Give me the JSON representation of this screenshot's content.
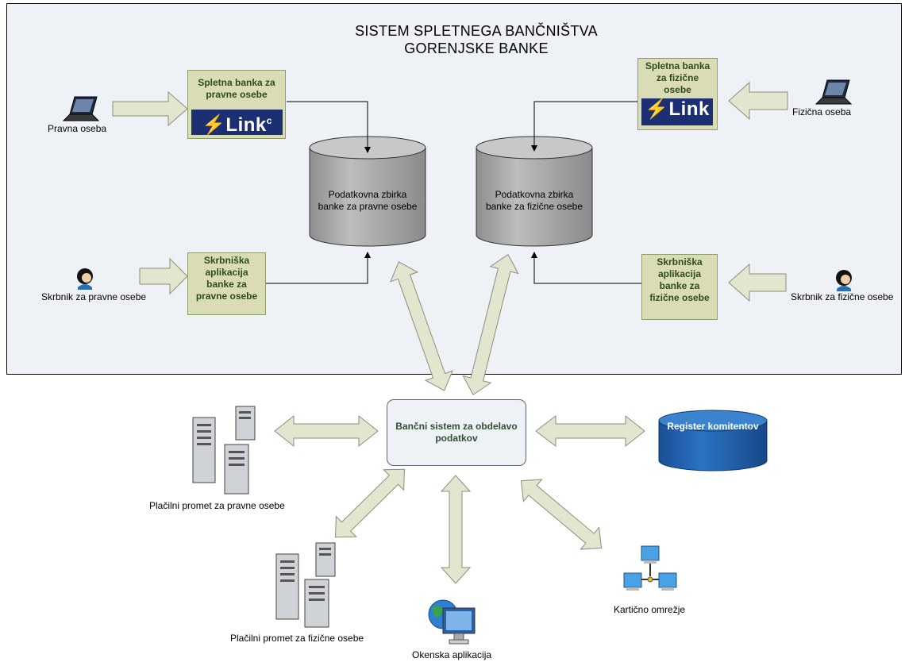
{
  "title": {
    "line1": "SISTEM SPLETNEGA BANČNIŠTVA",
    "line2": "GORENJSKE BANKE"
  },
  "actors": {
    "legal_person": "Pravna oseba",
    "natural_person": "Fizična oseba",
    "custodian_legal": "Skrbnik za pravne osebe",
    "custodian_natural": "Skrbnik za fizične osebe"
  },
  "boxes": {
    "web_bank_legal": "Spletna banka za pravne osebe",
    "web_bank_natural": "Spletna banka za fizične osebe",
    "custodian_app_legal": "Skrbniška aplikacija banke za pravne osebe",
    "custodian_app_natural": "Skrbniška aplikacija banke za fizične osebe",
    "central_system": "Bančni sistem za obdelavo podatkov"
  },
  "logos": {
    "link_legal": "Link",
    "link_legal_suffix": "c",
    "link_natural": "Link"
  },
  "databases": {
    "db_legal": "Podatkovna zbirka banke za pravne osebe",
    "db_natural": "Podatkovna zbirka banke za fizične osebe",
    "client_register": "Register komitentov"
  },
  "external": {
    "payments_legal": "Plačilni promet za pravne osebe",
    "payments_natural": "Plačilni promet za fizične osebe",
    "counter_app": "Okenska aplikacija",
    "card_network": "Kartično omrežje"
  },
  "colors": {
    "frame_fill": "#eef1f5",
    "box_fill": "#d9dcb5",
    "arrow_fill": "#e2e6cf",
    "db_gray": "#a9a9a9",
    "register_blue": "#1f5fae"
  }
}
